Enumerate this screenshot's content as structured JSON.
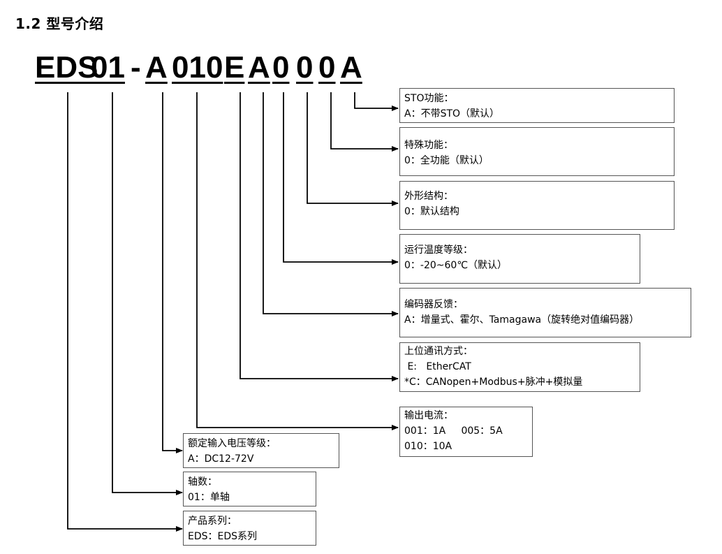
{
  "title": "1.2  型号介绍",
  "model_code": [
    "EDS",
    "01",
    "-",
    "A",
    "010",
    "E",
    "A",
    "0",
    "0",
    "0",
    "A"
  ],
  "boxes": [
    {
      "id": "sto",
      "heading": "STO功能：",
      "lines": [
        "A：不带STO（默认）"
      ]
    },
    {
      "id": "special",
      "heading": "特殊功能：",
      "lines": [
        "0：全功能（默认）"
      ]
    },
    {
      "id": "shape",
      "heading": "外形结构：",
      "lines": [
        "0：默认结构"
      ]
    },
    {
      "id": "temp",
      "heading": "运行温度等级：",
      "lines": [
        "0：-20~60℃（默认）"
      ]
    },
    {
      "id": "encoder",
      "heading": "编码器反馈：",
      "lines": [
        "A：增量式、霍尔、Tamagawa（旋转绝对值编码器）"
      ]
    },
    {
      "id": "comm",
      "heading": "上位通讯方式：",
      "lines": [
        " E:   EtherCAT",
        "*C：CANopen+Modbus+脉冲+模拟量"
      ]
    },
    {
      "id": "current",
      "heading": "输出电流：",
      "lines": [
        "001：1A     005：5A",
        "010：10A"
      ]
    },
    {
      "id": "voltage",
      "heading": "额定输入电压等级：",
      "lines": [
        "A：DC12-72V"
      ]
    },
    {
      "id": "axes",
      "heading": "轴数：",
      "lines": [
        "01：单轴"
      ]
    },
    {
      "id": "series",
      "heading": "产品系列：",
      "lines": [
        "EDS：EDS系列"
      ]
    }
  ]
}
